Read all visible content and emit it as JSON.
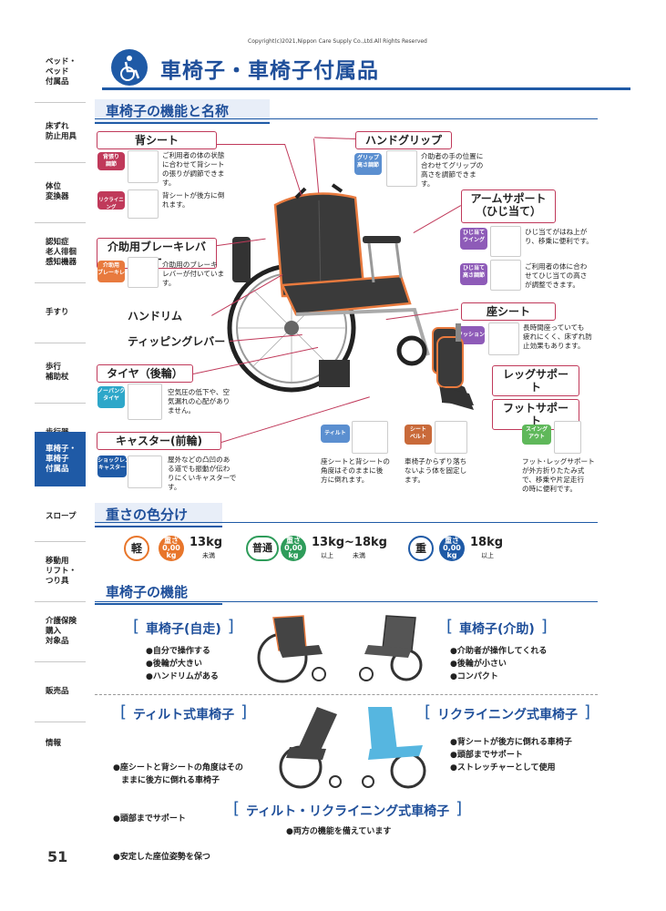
{
  "copyright": "Copyright(c)2021,Nippon Care Supply Co.,Ltd.All Rights Reserved",
  "page_number": "51",
  "sidebar": [
    "ベッド・\nベッド\n付属品",
    "床ずれ\n防止用具",
    "体位\n変換器",
    "認知症\n老人徘徊\n感知機器",
    "手すり",
    "歩行\n補助杖",
    "歩行器",
    "車椅子・\n車椅子\n付属品",
    "スロープ",
    "移動用\nリフト・\nつり具",
    "介護保険\n購入\n対象品",
    "販売品",
    "情報"
  ],
  "header": {
    "title": "車椅子・車椅子付属品"
  },
  "section1": {
    "title": "車椅子の機能と名称"
  },
  "parts": {
    "backrest": {
      "label": "背シート",
      "tag1": "背張り\n調節",
      "desc1": "ご利用者の体の状態\nに合わせて背シート\nの張りが調節できま\nす。",
      "tag2": "リクライニング",
      "desc2": "背シートが後方に倒\nれます。"
    },
    "brake": {
      "label": "介助用ブレーキレバー",
      "tag": "介助用\nブレーキレバー",
      "desc": "介助用のブレーキ\nレバーが付いていま\nす。"
    },
    "handrim": {
      "label": "ハンドリム"
    },
    "tipping": {
      "label": "ティッピングレバー"
    },
    "tire": {
      "label": "タイヤ（後輪）",
      "tag": "ノーパンク\nタイヤ",
      "desc": "空気圧の低下や、空\n気漏れの心配があり\nません。"
    },
    "caster": {
      "label": "キャスター(前輪)",
      "tag": "ショックレス\nキャスター",
      "desc": "屋外などの凸凹のあ\nる道でも振動が伝わ\nりにくいキャスターで\nす。"
    },
    "handgrip": {
      "label": "ハンドグリップ",
      "tag": "グリップ\n高さ調節",
      "desc": "介助者の手の位置に\n合わせてグリップの\n高さを調節できま\nす。"
    },
    "armrest": {
      "label1": "アームサポート",
      "label2": "（ひじ当て）",
      "tag1": "ひじ当て\nウイング",
      "desc1": "ひじ当てがはね上が\nり、移乗に便利です。",
      "tag2": "ひじ当て\n高さ調節",
      "desc2": "ご利用者の体に合わ\nせてひじ当ての高さ\nが調整できます。"
    },
    "seat": {
      "label": "座シート",
      "tag": "クッション",
      "desc": "長時間座っていても\n疲れにくく、床ずれ防\n止効果もあります。"
    },
    "legsupport": {
      "label": "レッグサポート"
    },
    "footsupport": {
      "label": "フットサポート"
    },
    "tilt": {
      "tag": "ティルト",
      "desc": "座シートと背シートの\n角度はそのままに後\n方に倒れます。"
    },
    "seatbelt": {
      "tag": "シート\nベルト",
      "desc": "車椅子からずり落ち\nないよう体を固定し\nます。"
    },
    "swingout": {
      "tag": "スイング\nアウト",
      "desc": "フット･レッグサポート\nが外方折りたたみ式\nで、移乗や片足走行\nの時に便利です。"
    }
  },
  "section2": {
    "title": "重さの色分け"
  },
  "weights": [
    {
      "label": "軽",
      "color": "#e8762b",
      "badge": "重さ\n0,00\nkg",
      "value": "13kg",
      "sub": "未満"
    },
    {
      "label": "普通",
      "color": "#2e9c5a",
      "badge": "重さ\n0,00\nkg",
      "value": "13kg~18kg",
      "sub": "以上　　　未満"
    },
    {
      "label": "重",
      "color": "#1f5aa6",
      "badge": "重さ\n0,00\nkg",
      "value": "18kg",
      "sub": "以上"
    }
  ],
  "section3": {
    "title": "車椅子の機能"
  },
  "types": {
    "self": {
      "title": "車椅子(自走)",
      "items": [
        "●自分で操作する",
        "●後輪が大きい",
        "●ハンドリムがある"
      ]
    },
    "assist": {
      "title": "車椅子(介助)",
      "items": [
        "●介助者が操作してくれる",
        "●後輪が小さい",
        "●コンパクト"
      ]
    },
    "tilt": {
      "title": "ティルト式車椅子",
      "items": [
        "●座シートと背シートの角度はその\n　ままに後方に倒れる車椅子",
        "●頭部までサポート",
        "●安定した座位姿勢を保つ"
      ]
    },
    "recline": {
      "title": "リクライニング式車椅子",
      "items": [
        "●背シートが後方に倒れる車椅子",
        "●頭部までサポート",
        "●ストレッチャーとして使用"
      ]
    },
    "tiltrecline": {
      "title": "ティルト・リクライニング式車椅子",
      "items": [
        "●両方の機能を備えています"
      ]
    }
  }
}
